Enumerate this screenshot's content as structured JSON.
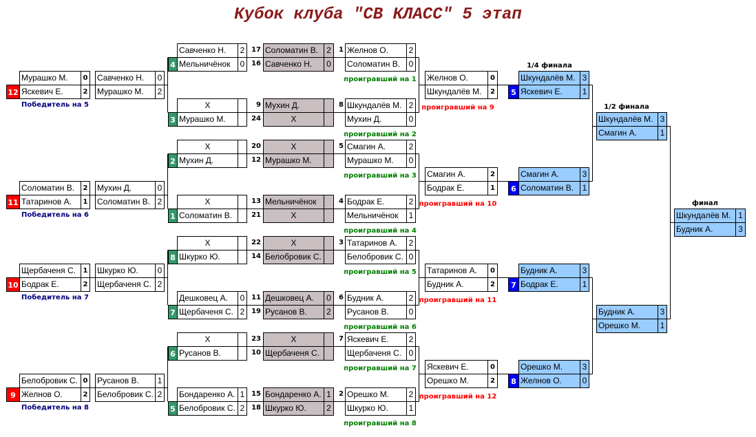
{
  "title": "Кубок клуба \"СВ КЛАСС\" 5 этап",
  "colors": {
    "seed_left": "#ff0000",
    "seed_r1": "#339966",
    "seed_quarter": "#0000ff",
    "grey": "#c9bfc1",
    "blue": "#99ccff",
    "winner_label": "#000080",
    "loser_green": "#008000",
    "loser_red": "#ff0000",
    "title": "#8b1a1a"
  },
  "headers": {
    "quarter": "1/4 финала",
    "semi": "1/2 финала",
    "final": "финал"
  },
  "blocks": [
    {
      "left": {
        "seed": "12",
        "rows": [
          {
            "name": "Мурашко М.",
            "score": "0"
          },
          {
            "name": "Яскевич Е.",
            "score": "2"
          }
        ],
        "label": "Победитель на 5"
      },
      "col2": {
        "rows": [
          {
            "name": "Савченко Н.",
            "score": "0"
          },
          {
            "name": "Мурашко М.",
            "score": "2"
          }
        ]
      },
      "r1_top": {
        "seed": "4",
        "rows": [
          {
            "name": "Савченко Н.",
            "score": "2"
          },
          {
            "name": "Мельничёнок",
            "score": "0"
          }
        ]
      },
      "r1_bot": {
        "seed": "3",
        "rows": [
          {
            "name": "X",
            "score": ""
          },
          {
            "name": "Мурашко М.",
            "score": ""
          }
        ]
      },
      "grey_top": {
        "nums": [
          "17",
          "16"
        ],
        "rows": [
          {
            "name": "Соломатин В.",
            "score": "2"
          },
          {
            "name": "Савченко Н.",
            "score": "0"
          }
        ]
      },
      "grey_bot": {
        "nums": [
          "9",
          "24"
        ],
        "rows": [
          {
            "name": "Мухин Д.",
            "score": ""
          },
          {
            "name": "X",
            "score": ""
          }
        ]
      },
      "c5_top": {
        "num": "1",
        "rows": [
          {
            "name": "Желнов О.",
            "score": "2"
          },
          {
            "name": "Соломатин В.",
            "score": "0"
          }
        ],
        "label": "проигравший на 1"
      },
      "c5_bot": {
        "num": "8",
        "rows": [
          {
            "name": "Шкундалёв М.",
            "score": "2"
          },
          {
            "name": "Мухин Д.",
            "score": "0"
          }
        ],
        "label": "проигравший на 2"
      },
      "c6": {
        "rows": [
          {
            "name": "Желнов О.",
            "score": "0"
          },
          {
            "name": "Шкундалёв М.",
            "score": "2"
          }
        ],
        "label": "проигравший на 9"
      },
      "quarter": {
        "seed": "5",
        "rows": [
          {
            "name": "Шкундалёв М.",
            "score": "3"
          },
          {
            "name": "Яскевич Е.",
            "score": "1"
          }
        ]
      }
    },
    {
      "left": {
        "seed": "11",
        "rows": [
          {
            "name": "Соломатин В.",
            "score": "2"
          },
          {
            "name": "Татаринов А.",
            "score": "1"
          }
        ],
        "label": "Победитель на 6"
      },
      "col2": {
        "rows": [
          {
            "name": "Мухин Д.",
            "score": "0"
          },
          {
            "name": "Соломатин В.",
            "score": "2"
          }
        ]
      },
      "r1_top": {
        "seed": "2",
        "rows": [
          {
            "name": "X",
            "score": ""
          },
          {
            "name": "Мухин Д.",
            "score": ""
          }
        ]
      },
      "r1_bot": {
        "seed": "1",
        "rows": [
          {
            "name": "X",
            "score": ""
          },
          {
            "name": "Соломатин В.",
            "score": ""
          }
        ]
      },
      "grey_top": {
        "nums": [
          "20",
          "12"
        ],
        "rows": [
          {
            "name": "X",
            "score": ""
          },
          {
            "name": "Мурашко М.",
            "score": ""
          }
        ]
      },
      "grey_bot": {
        "nums": [
          "13",
          "21"
        ],
        "rows": [
          {
            "name": "Мельничёнок",
            "score": ""
          },
          {
            "name": "X",
            "score": ""
          }
        ]
      },
      "c5_top": {
        "num": "5",
        "rows": [
          {
            "name": "Смагин А.",
            "score": "2"
          },
          {
            "name": "Мурашко М.",
            "score": "0"
          }
        ],
        "label": "проигравший на 3"
      },
      "c5_bot": {
        "num": "4",
        "rows": [
          {
            "name": "Бодрак Е.",
            "score": "2"
          },
          {
            "name": "Мельничёнок",
            "score": "1"
          }
        ],
        "label": "проигравший на 4"
      },
      "c6": {
        "rows": [
          {
            "name": "Смагин А.",
            "score": "2"
          },
          {
            "name": "Бодрак Е.",
            "score": "1"
          }
        ],
        "label": "проигравший на 10"
      },
      "quarter": {
        "seed": "6",
        "rows": [
          {
            "name": "Смагин А.",
            "score": "3"
          },
          {
            "name": "Соломатин В.",
            "score": "1"
          }
        ]
      }
    },
    {
      "left": {
        "seed": "10",
        "rows": [
          {
            "name": "Щербаченя С.",
            "score": "1"
          },
          {
            "name": "Бодрак Е.",
            "score": "2"
          }
        ],
        "label": "Победитель на 7"
      },
      "col2": {
        "rows": [
          {
            "name": "Шкурко Ю.",
            "score": "0"
          },
          {
            "name": "Щербаченя С.",
            "score": "2"
          }
        ]
      },
      "r1_top": {
        "seed": "8",
        "rows": [
          {
            "name": "X",
            "score": ""
          },
          {
            "name": "Шкурко Ю.",
            "score": ""
          }
        ]
      },
      "r1_bot": {
        "seed": "7",
        "rows": [
          {
            "name": "Дешковец А.",
            "score": "0"
          },
          {
            "name": "Щербаченя С.",
            "score": "2"
          }
        ]
      },
      "grey_top": {
        "nums": [
          "22",
          "14"
        ],
        "rows": [
          {
            "name": "X",
            "score": ""
          },
          {
            "name": "Белобровик С.",
            "score": ""
          }
        ]
      },
      "grey_bot": {
        "nums": [
          "11",
          "19"
        ],
        "rows": [
          {
            "name": "Дешковец А.",
            "score": "0"
          },
          {
            "name": "Русанов В.",
            "score": "2"
          }
        ]
      },
      "c5_top": {
        "num": "3",
        "rows": [
          {
            "name": "Татаринов А.",
            "score": "2"
          },
          {
            "name": "Белобровик С.",
            "score": "0"
          }
        ],
        "label": "проигравший на 5"
      },
      "c5_bot": {
        "num": "6",
        "rows": [
          {
            "name": "Будник А.",
            "score": "2"
          },
          {
            "name": "Русанов В.",
            "score": "0"
          }
        ],
        "label": "проигравший на 6"
      },
      "c6": {
        "rows": [
          {
            "name": "Татаринов А.",
            "score": "0"
          },
          {
            "name": "Будник А.",
            "score": "2"
          }
        ],
        "label": "проигравший на 11"
      },
      "quarter": {
        "seed": "7",
        "rows": [
          {
            "name": "Будник А.",
            "score": "3"
          },
          {
            "name": "Бодрак Е.",
            "score": "1"
          }
        ]
      }
    },
    {
      "left": {
        "seed": "9",
        "rows": [
          {
            "name": "Белобровик С.",
            "score": "0"
          },
          {
            "name": "Желнов О.",
            "score": "2"
          }
        ],
        "label": "Победитель на 8"
      },
      "col2": {
        "rows": [
          {
            "name": "Русанов В.",
            "score": "1"
          },
          {
            "name": "Белобровик С.",
            "score": "2"
          }
        ]
      },
      "r1_top": {
        "seed": "6",
        "rows": [
          {
            "name": "X",
            "score": ""
          },
          {
            "name": "Русанов В.",
            "score": ""
          }
        ]
      },
      "r1_bot": {
        "seed": "5",
        "rows": [
          {
            "name": "Бондаренко А.",
            "score": "1"
          },
          {
            "name": "Белобровик С.",
            "score": "2"
          }
        ]
      },
      "grey_top": {
        "nums": [
          "23",
          "10"
        ],
        "rows": [
          {
            "name": "X",
            "score": ""
          },
          {
            "name": "Щербаченя С.",
            "score": ""
          }
        ]
      },
      "grey_bot": {
        "nums": [
          "15",
          "18"
        ],
        "rows": [
          {
            "name": "Бондаренко А.",
            "score": "1"
          },
          {
            "name": "Шкурко Ю.",
            "score": "2"
          }
        ]
      },
      "c5_top": {
        "num": "7",
        "rows": [
          {
            "name": "Яскевич Е.",
            "score": "2"
          },
          {
            "name": "Щербаченя С.",
            "score": "0"
          }
        ],
        "label": "проигравший на 7"
      },
      "c5_bot": {
        "num": "2",
        "rows": [
          {
            "name": "Орешко М.",
            "score": "2"
          },
          {
            "name": "Шкурко Ю.",
            "score": "1"
          }
        ],
        "label": "проигравший на 8"
      },
      "c6": {
        "rows": [
          {
            "name": "Яскевич Е.",
            "score": "0"
          },
          {
            "name": "Орешко М.",
            "score": "2"
          }
        ],
        "label": "проигравший на 12"
      },
      "quarter": {
        "seed": "8",
        "rows": [
          {
            "name": "Орешко М.",
            "score": "3"
          },
          {
            "name": "Желнов О.",
            "score": "0"
          }
        ]
      }
    }
  ],
  "semis": [
    {
      "rows": [
        {
          "name": "Шкундалёв М.",
          "score": "3"
        },
        {
          "name": "Смагин А.",
          "score": "1"
        }
      ]
    },
    {
      "rows": [
        {
          "name": "Будник А.",
          "score": "3"
        },
        {
          "name": "Орешко М.",
          "score": "1"
        }
      ]
    }
  ],
  "final": {
    "rows": [
      {
        "name": "Шкундалёв М.",
        "score": "1"
      },
      {
        "name": "Будник А.",
        "score": "3"
      }
    ]
  }
}
